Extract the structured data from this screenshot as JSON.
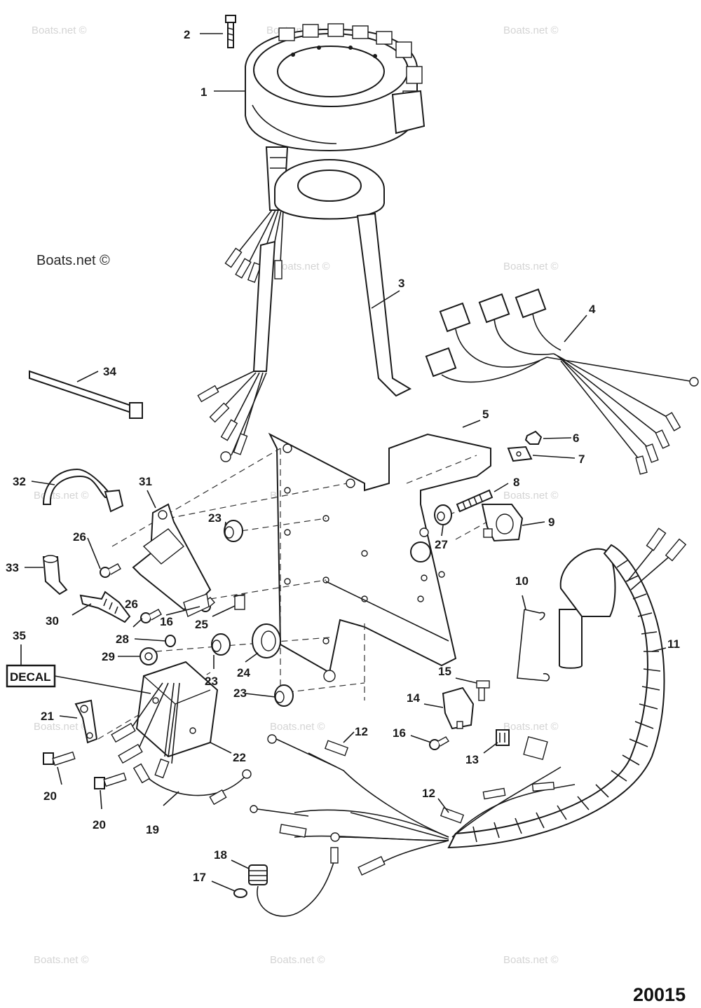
{
  "watermarks": {
    "light_text": "Boats.net ©",
    "dark_text": "Boats.net ©"
  },
  "figure_number": "20015",
  "decal_label": "DECAL",
  "callouts": {
    "c1": "1",
    "c2": "2",
    "c3": "3",
    "c4": "4",
    "c5": "5",
    "c6": "6",
    "c7": "7",
    "c8": "8",
    "c9": "9",
    "c10": "10",
    "c11": "11",
    "c12a": "12",
    "c12b": "12",
    "c13": "13",
    "c14": "14",
    "c15": "15",
    "c16a": "16",
    "c16b": "16",
    "c17": "17",
    "c18": "18",
    "c19": "19",
    "c20a": "20",
    "c20b": "20",
    "c21": "21",
    "c22": "22",
    "c23a": "23",
    "c23b": "23",
    "c23c": "23",
    "c24": "24",
    "c25": "25",
    "c26a": "26",
    "c26b": "26",
    "c27": "27",
    "c28": "28",
    "c29": "29",
    "c30": "30",
    "c31": "31",
    "c32": "32",
    "c33": "33",
    "c34": "34",
    "c35": "35"
  },
  "colors": {
    "line": "#1a1a1a",
    "watermark": "#d4d4d4",
    "background": "#ffffff"
  }
}
